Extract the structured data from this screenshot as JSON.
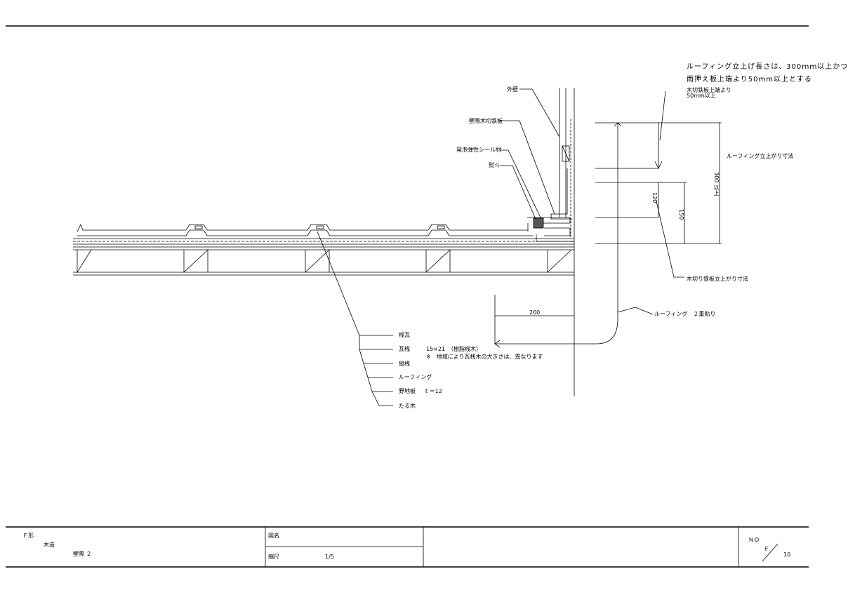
{
  "notes": {
    "main_line1": "ルーフィング立上げ長さは、300ｍｍ以上かつ",
    "main_line2": "雨押え板上端より50mm以上とする",
    "small_line1": "木切鉄板上端より",
    "small_line2": "50mm以上"
  },
  "labels": {
    "gaiheki": "外壁",
    "kabegiwa_kirikiri": "壁際木切鉄板",
    "seal": "発泡弾性シール材",
    "noshi": "熨斗",
    "roofing_dim": "ルーフィング立上がり寸法",
    "kirikiri_dim": "木切り鉄板立上がり寸法",
    "roofing_double": "ルーフィング　２重貼り",
    "muneku": "桟瓦",
    "kawarazan": "瓦桟",
    "kawarazan_spec": "15×21　（樹脂桟木）",
    "kawarazan_note": "※　地域により瓦桟木の大きさは、異なります",
    "tatezan": "縦桟",
    "roofing": "ルーフィング",
    "nojiita": "野地板",
    "nojiita_spec": "t ＝12",
    "taruki": "たる木"
  },
  "dimensions": {
    "d300": "300 以上",
    "d120": "120",
    "d150": "150",
    "d200": "200"
  },
  "title_block": {
    "shape_label": "Ｆ形",
    "structure": "木造",
    "detail_name": "壁際 ２",
    "drawing_name_label": "図名",
    "scale_label": "縮尺",
    "scale_value": "1/5",
    "no_label": "ＮＯ",
    "no_letter": "Ｆ",
    "no_number": "10"
  }
}
